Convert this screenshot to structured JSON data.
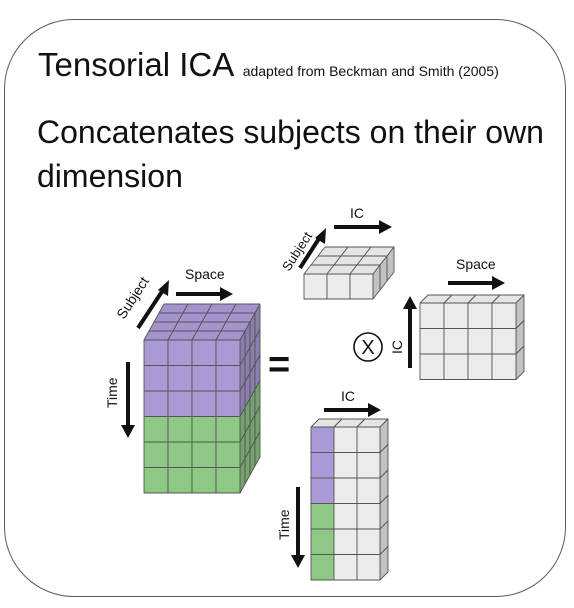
{
  "title": {
    "main": "Tensorial ICA",
    "citation": "adapted from Beckman and Smith (2005)"
  },
  "heading": "Concatenates subjects on their own dimension",
  "diagram": {
    "data_tensor": {
      "subject_label": "Subject",
      "space_label": "Space",
      "time_label": "Time"
    },
    "equals_symbol": "=",
    "subject_mode": {
      "subject_label": "Subject",
      "ic_label": "IC"
    },
    "kron_symbol": "X",
    "space_mode": {
      "space_label": "Space",
      "ic_label": "IC"
    },
    "time_mode": {
      "ic_label": "IC",
      "time_label": "Time"
    }
  },
  "colors": {
    "purple": "#a999d4",
    "green": "#8fc785",
    "gray": "#ececec",
    "edge": "#555555"
  }
}
